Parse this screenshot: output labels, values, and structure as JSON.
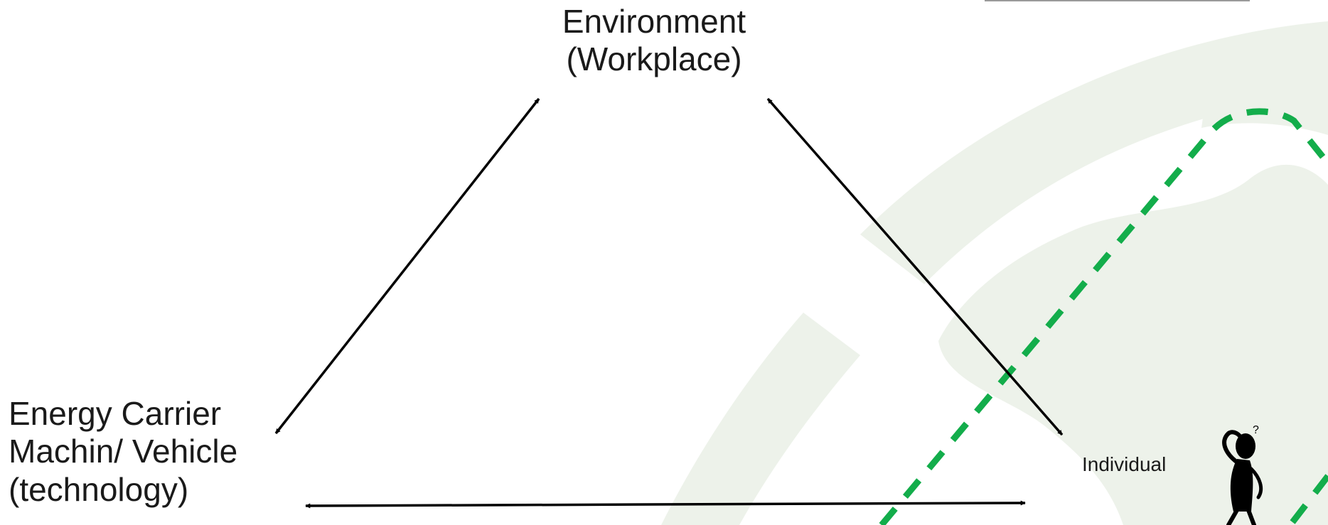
{
  "nodes": {
    "environment": {
      "line1": "Environment",
      "line2": "(Workplace)"
    },
    "energy_carrier": {
      "line1": "Energy Carrier",
      "line2": "Machin/ Vehicle",
      "line3": "(technology)"
    },
    "individual": {
      "label": "Individual"
    }
  },
  "icons": {
    "person": "thinking-person-icon",
    "background": "green-seal-watermark"
  },
  "colors": {
    "arrow": "#000000",
    "dashed_boundary": "#13ad4b",
    "watermark": "#edf2ea",
    "text": "#1a1a1a",
    "top_rule": "#9a9a9a"
  }
}
